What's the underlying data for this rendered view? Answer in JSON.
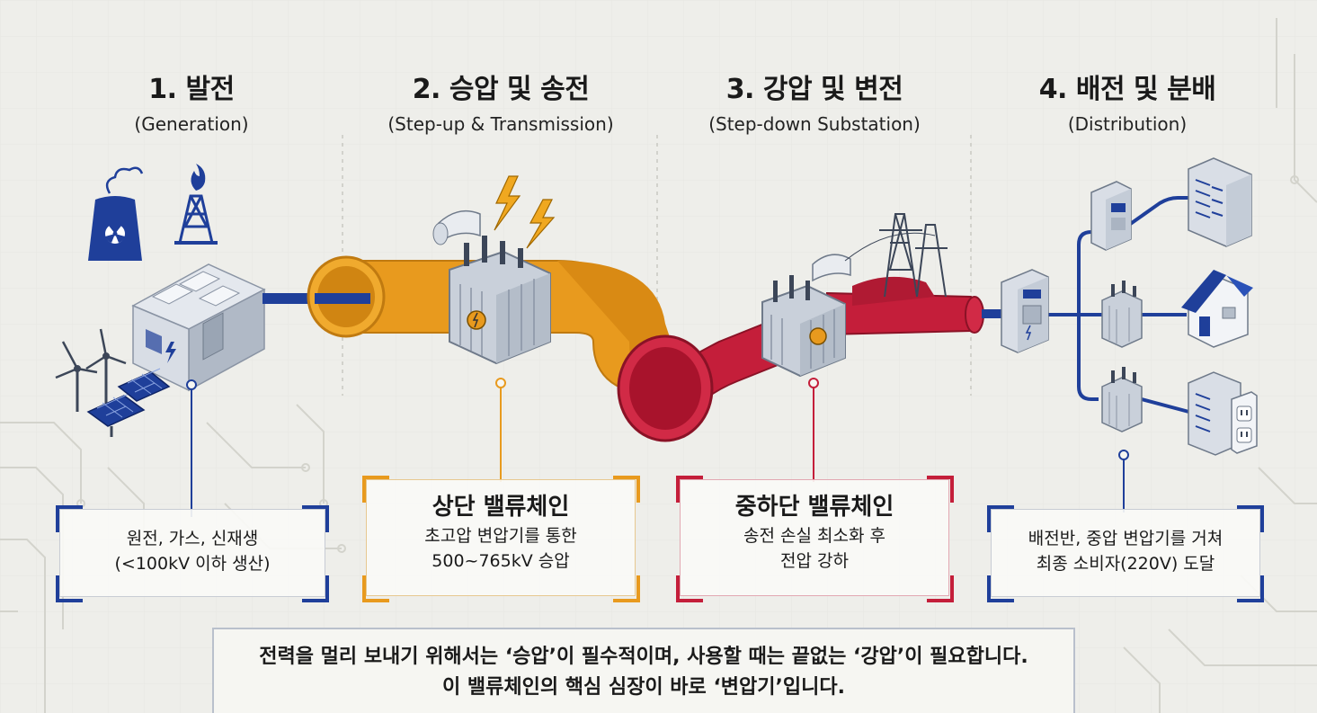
{
  "stages": [
    {
      "title": "1. 발전",
      "subtitle": "(Generation)"
    },
    {
      "title": "2. 승압 및 송전",
      "subtitle": "(Step-up & Transmission)"
    },
    {
      "title": "3. 강압 및 변전",
      "subtitle": "(Step-down Substation)"
    },
    {
      "title": "4. 배전 및 분배",
      "subtitle": "(Distribution)"
    }
  ],
  "boxes": {
    "generation": {
      "line1": "원전, 가스, 신재생",
      "line2": "(<100kV 이하 생산)"
    },
    "upstream": {
      "title": "상단 밸류체인",
      "line1": "초고압 변압기를 통한",
      "line2": "500~765kV 승압"
    },
    "midstream": {
      "title": "중하단 밸류체인",
      "line1": "송전 손실 최소화 후",
      "line2": "전압 강하"
    },
    "distribution": {
      "line1": "배전반, 중압 변압기를 거쳐",
      "line2": "최종 소비자(220V) 도달"
    }
  },
  "footer": {
    "line1": "전력을 멀리 보내기 위해서는 ‘승압’이 필수적이며, 사용할 때는 끝없는 ‘강압’이 필요합니다.",
    "line2": "이 밸류체인의 핵심 심장이 바로 ‘변압기’입니다."
  },
  "colors": {
    "navy": "#1f3f9a",
    "orange": "#e89a1e",
    "red": "#c41e3a",
    "gray_machine": "#d6dce4",
    "background": "#eeeeea"
  },
  "icons": [
    "nuclear-plant-icon",
    "gas-rig-icon",
    "wind-turbine-icon",
    "solar-panel-icon",
    "generator-unit-icon",
    "step-up-transformer-icon",
    "lightning-icon",
    "step-down-transformer-icon",
    "transmission-tower-icon",
    "switchgear-icon",
    "pole-transformer-icon",
    "server-rack-icon",
    "house-icon",
    "power-outlet-icon"
  ]
}
